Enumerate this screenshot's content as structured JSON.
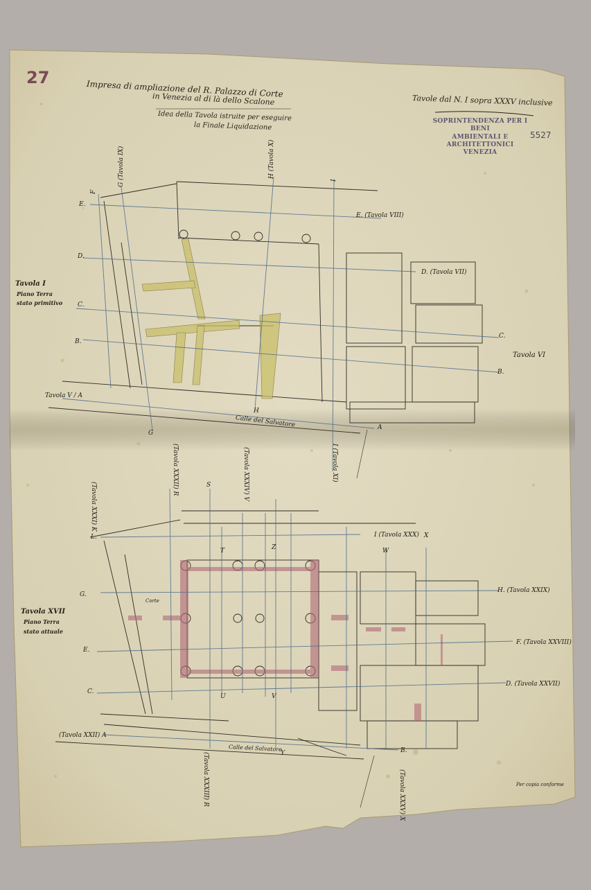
{
  "document": {
    "sheet_number": "27",
    "title_line1": "Impresa di ampliazione del R. Palazzo di Corte",
    "title_line2": "in Venezia al di là dello Scalone",
    "subtitle_line1": "Idea della Tavola istruite per eseguire",
    "subtitle_line2": "la Finale Liquidazione",
    "tables_note": "Tavole dal N. I sopra XXXV inclusive",
    "stamp": {
      "line1": "SOPRINTENDENZA PER I BENI",
      "line2": "AMBIENTALI E ARCHITETTONICI",
      "line3": "VENEZIA"
    },
    "inventory_number": "5527",
    "signature": "Per copia conforme",
    "colors": {
      "paper": "#ddd6bc",
      "background": "#b3aea9",
      "ink": "#2a2218",
      "blue_line": "#4a6a8a",
      "yellow_wash": "#c9bf6a",
      "red_wash": "#b06a78",
      "stamp_ink": "#5a5670"
    }
  },
  "upper_plan": {
    "caption_line1": "Tavola I",
    "caption_line2": "Piano Terra",
    "caption_line3": "stato primitivo",
    "street": "Calle del Salvatore",
    "labels": {
      "E_left": "E.",
      "D_left": "D.",
      "C_left": "C.",
      "B_left": "B.",
      "A_left": "Tavola V / A",
      "F_top": "F",
      "G_top": "G (Tavola IX)",
      "H_top": "H (Tavola X)",
      "I_top": "I",
      "E_right": "E. (Tavola VIII)",
      "D_right": "D. (Tavola VII)",
      "C_right": "C.",
      "B_right": "B.",
      "A_right": "A",
      "brace_right": "Tavola VI",
      "G_bottom": "G",
      "H_bottom": "H",
      "I_bottom": "I (Tavola XI)"
    }
  },
  "lower_plan": {
    "caption_line1": "Tavola XVII",
    "caption_line2": "Piano Terra",
    "caption_line3": "stato attuale",
    "street": "Calle del Salvatore",
    "court_label": "Corte",
    "labels": {
      "K_top": "(Tavola XXXI) K",
      "R_top": "(Tavola XXXII) R",
      "S_top": "S",
      "V_top": "(Tavola XXXIV) V",
      "T_mid": "T",
      "Z_mid": "Z",
      "W_top": "W",
      "X_top": "X",
      "L_left": "L.",
      "G_left": "G.",
      "E_left": "E.",
      "C_left": "C.",
      "A_left": "(Tavola XXII) A",
      "I_right": "I (Tavola XXX)",
      "H_right": "H. (Tavola XXIX)",
      "F_right": "F. (Tavola XXVIII)",
      "D_right": "D. (Tavola XXVII)",
      "B_right": "B.",
      "U_bottom": "U",
      "V_bottom": "V",
      "R_bottom": "(Tavola XXXIII) R",
      "Y_bottom": "Y",
      "X_bottom": "(Tavola XXXV) X"
    }
  }
}
